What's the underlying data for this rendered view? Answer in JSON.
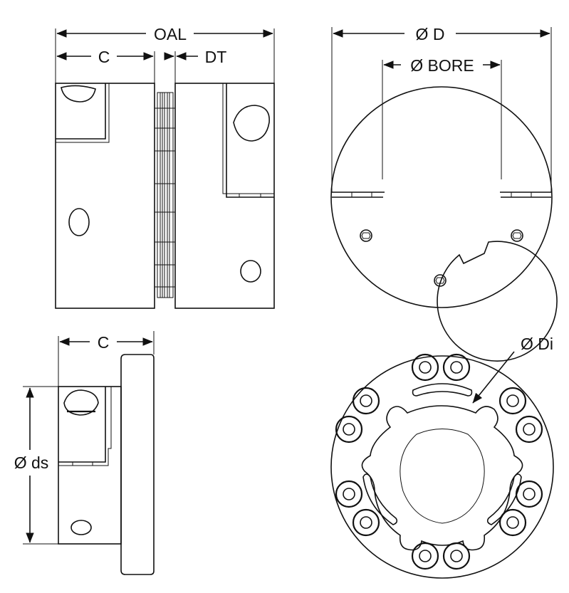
{
  "labels": {
    "oal": "OAL",
    "c_top": "C",
    "dt": "DT",
    "outer_diameter": "Ø D",
    "bore": "Ø BORE",
    "c_bottom": "C",
    "shaft_diameter": "Ø ds",
    "insert_diameter": "Ø Di"
  },
  "colors": {
    "line": "#111111",
    "background": "#ffffff"
  }
}
